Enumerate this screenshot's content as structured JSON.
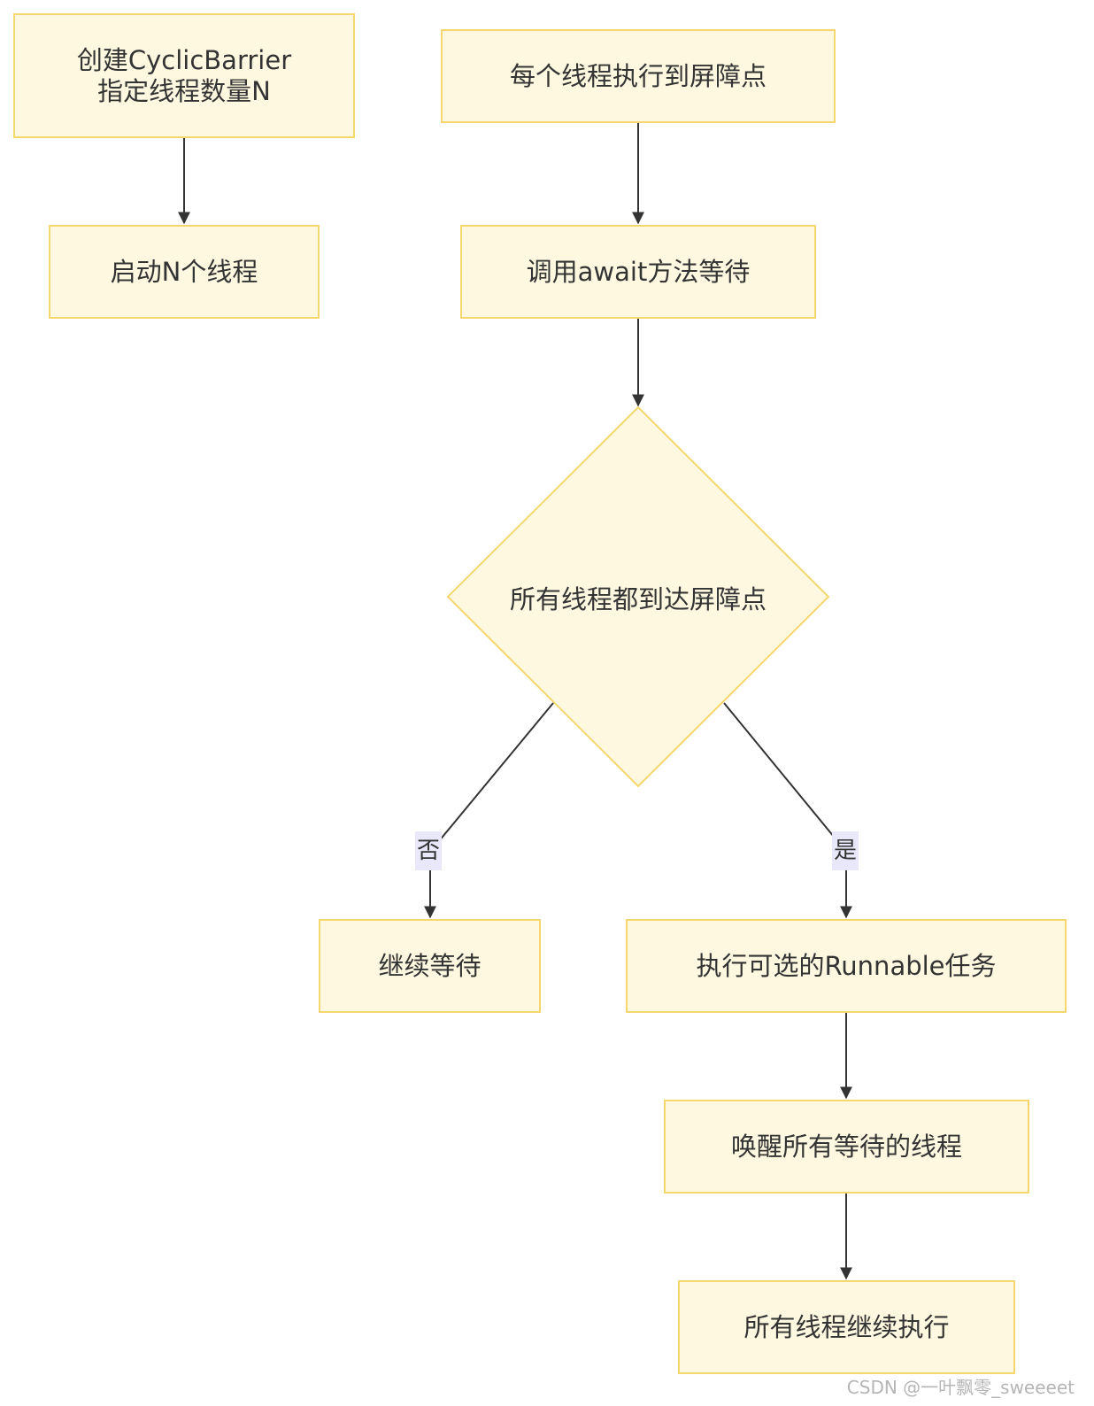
{
  "nodes": {
    "create": {
      "line1": "创建CyclicBarrier",
      "line2": "指定线程数量N"
    },
    "start": "启动N个线程",
    "reach": "每个线程执行到屏障点",
    "await": "调用await方法等待",
    "decision": "所有线程都到达屏障点",
    "wait": "继续等待",
    "runnable": "执行可选的Runnable任务",
    "wake": "唤醒所有等待的线程",
    "continue": "所有线程继续执行"
  },
  "edges": {
    "no": "否",
    "yes": "是"
  },
  "watermark": "CSDN @一叶飘零_sweeeet",
  "colors": {
    "node_fill": "#fff8e1",
    "node_border": "#f5d76e",
    "edge": "#333333",
    "edge_label_bg": "#e8e8fa"
  }
}
